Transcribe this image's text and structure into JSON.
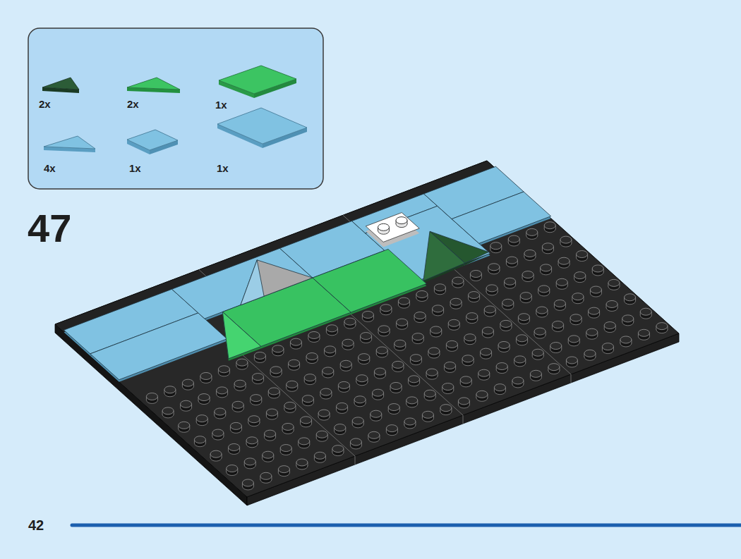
{
  "diagram": {
    "labels": [
      "2x",
      "2x",
      "1x",
      "4x",
      "1x",
      "1x",
      "47",
      "42"
    ]
  }
}
